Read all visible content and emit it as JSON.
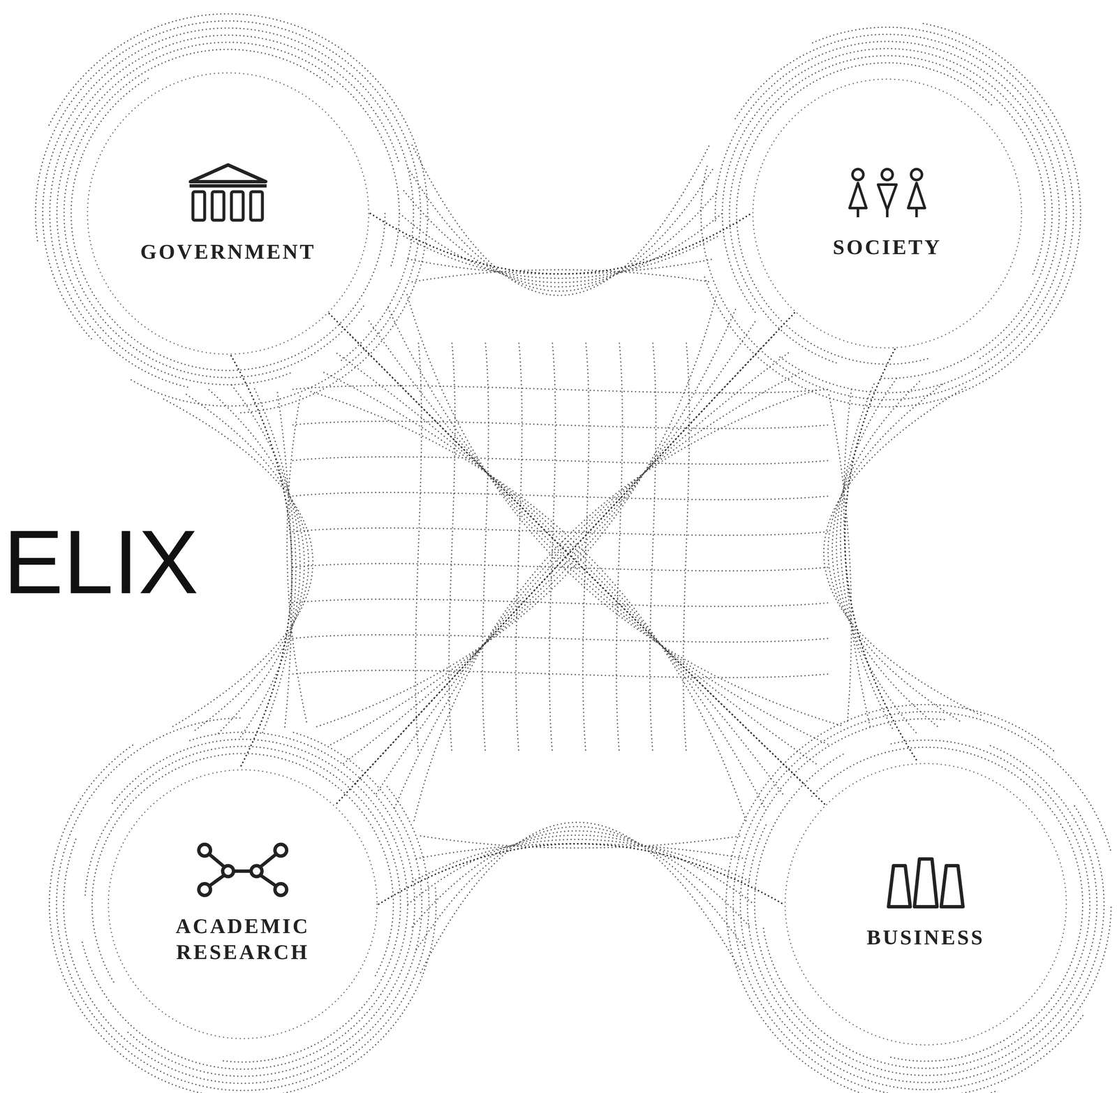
{
  "diagram": {
    "nodes": [
      {
        "text": [
          "GOVERNMENT"
        ]
      },
      {
        "text": [
          "SOCIETY"
        ]
      },
      {
        "text": [
          "ACADEMIC RESEARCH"
        ]
      },
      {
        "text": [
          "BUSINESS"
        ]
      }
    ],
    "edges": [
      {
        "from": 0,
        "to": 1,
        "arrow": "none"
      },
      {
        "from": 0,
        "to": 2,
        "arrow": "none"
      },
      {
        "from": 0,
        "to": 3,
        "arrow": "none"
      },
      {
        "from": 1,
        "to": 2,
        "arrow": "none"
      },
      {
        "from": 1,
        "to": 3,
        "arrow": "none"
      },
      {
        "from": 2,
        "to": 3,
        "arrow": "none"
      }
    ],
    "labels": [
      "ELIX"
    ]
  }
}
